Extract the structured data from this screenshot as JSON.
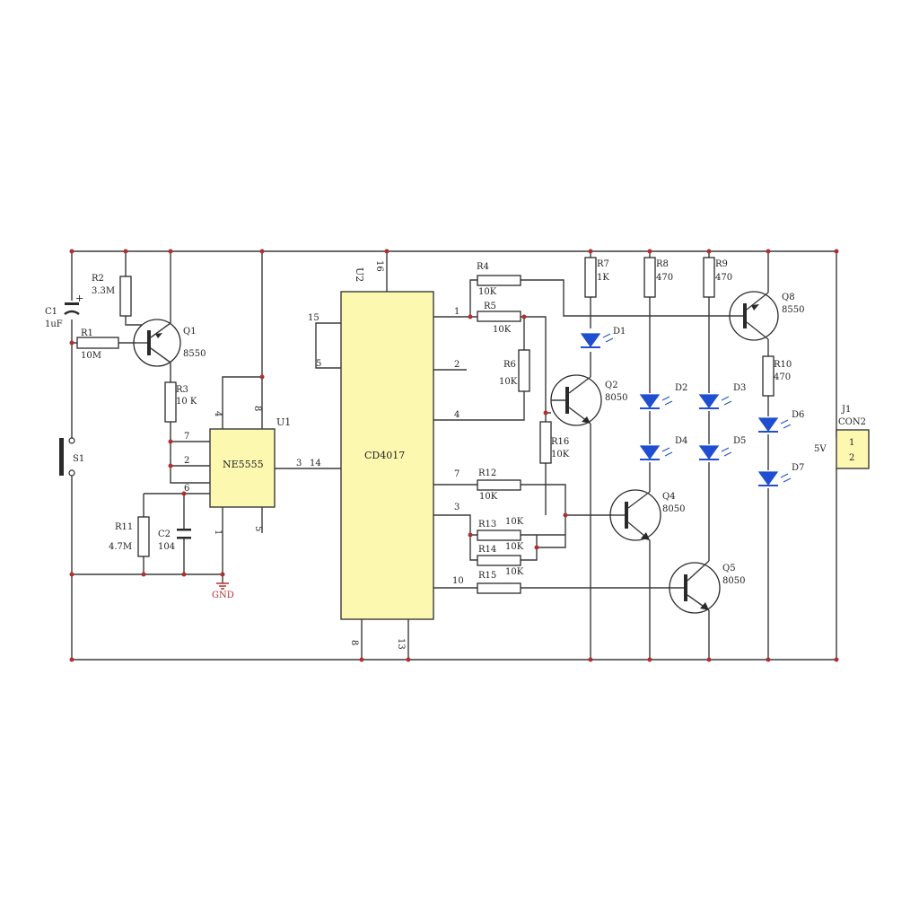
{
  "colors": {
    "wire": "#3a3a3a",
    "junction": "#b03030",
    "chip_fill": "#fdf8b0",
    "led": "#1f4fd0",
    "gnd": "#b03030"
  },
  "chips": {
    "u1": {
      "ref": "U1",
      "name": "NE5555",
      "pins": {
        "p4": "4",
        "p8": "8",
        "p7": "7",
        "p2": "2",
        "p6": "6",
        "p1": "1",
        "p5": "5",
        "p3": "3"
      }
    },
    "u2": {
      "ref": "U2",
      "name": "CD4017",
      "pins": {
        "p16": "16",
        "p15": "15",
        "p5": "5",
        "p14": "14",
        "p8": "8",
        "p13": "13",
        "q1": "1",
        "q2": "2",
        "q4": "4",
        "q7": "7",
        "q3": "3",
        "q10": "10"
      }
    },
    "j1": {
      "ref": "J1",
      "name": "CON2",
      "pin1": "1",
      "pin2": "2",
      "voltage": "5V"
    }
  },
  "resistors": {
    "r1": {
      "ref": "R1",
      "value": "10M"
    },
    "r2": {
      "ref": "R2",
      "value": "3.3M"
    },
    "r3": {
      "ref": "R3",
      "value": "10 K"
    },
    "r4": {
      "ref": "R4",
      "value": "10K"
    },
    "r5": {
      "ref": "R5",
      "value": "10K"
    },
    "r6": {
      "ref": "R6",
      "value": "10K"
    },
    "r7": {
      "ref": "R7",
      "value": "1K"
    },
    "r8": {
      "ref": "R8",
      "value": "470"
    },
    "r9": {
      "ref": "R9",
      "value": "470"
    },
    "r10": {
      "ref": "R10",
      "value": "470"
    },
    "r11": {
      "ref": "R11",
      "value": "4.7M"
    },
    "r12": {
      "ref": "R12",
      "value": "10K"
    },
    "r13": {
      "ref": "R13",
      "value": "10K"
    },
    "r14": {
      "ref": "R14",
      "value": "10K"
    },
    "r15": {
      "ref": "R15",
      "value": "10K"
    },
    "r16": {
      "ref": "R16",
      "value": "10K"
    }
  },
  "capacitors": {
    "c1": {
      "ref": "C1",
      "value": "1uF",
      "polarity": "+"
    },
    "c2": {
      "ref": "C2",
      "value": "104"
    }
  },
  "transistors": {
    "q1": {
      "ref": "Q1",
      "value": "8550"
    },
    "q2": {
      "ref": "Q2",
      "value": "8050"
    },
    "q4": {
      "ref": "Q4",
      "value": "8050"
    },
    "q5": {
      "ref": "Q5",
      "value": "8050"
    },
    "q8": {
      "ref": "Q8",
      "value": "8550"
    }
  },
  "leds": {
    "d1": "D1",
    "d2": "D2",
    "d3": "D3",
    "d4": "D4",
    "d5": "D5",
    "d6": "D6",
    "d7": "D7"
  },
  "switch": {
    "ref": "S1"
  },
  "ground": {
    "label": "GND"
  }
}
